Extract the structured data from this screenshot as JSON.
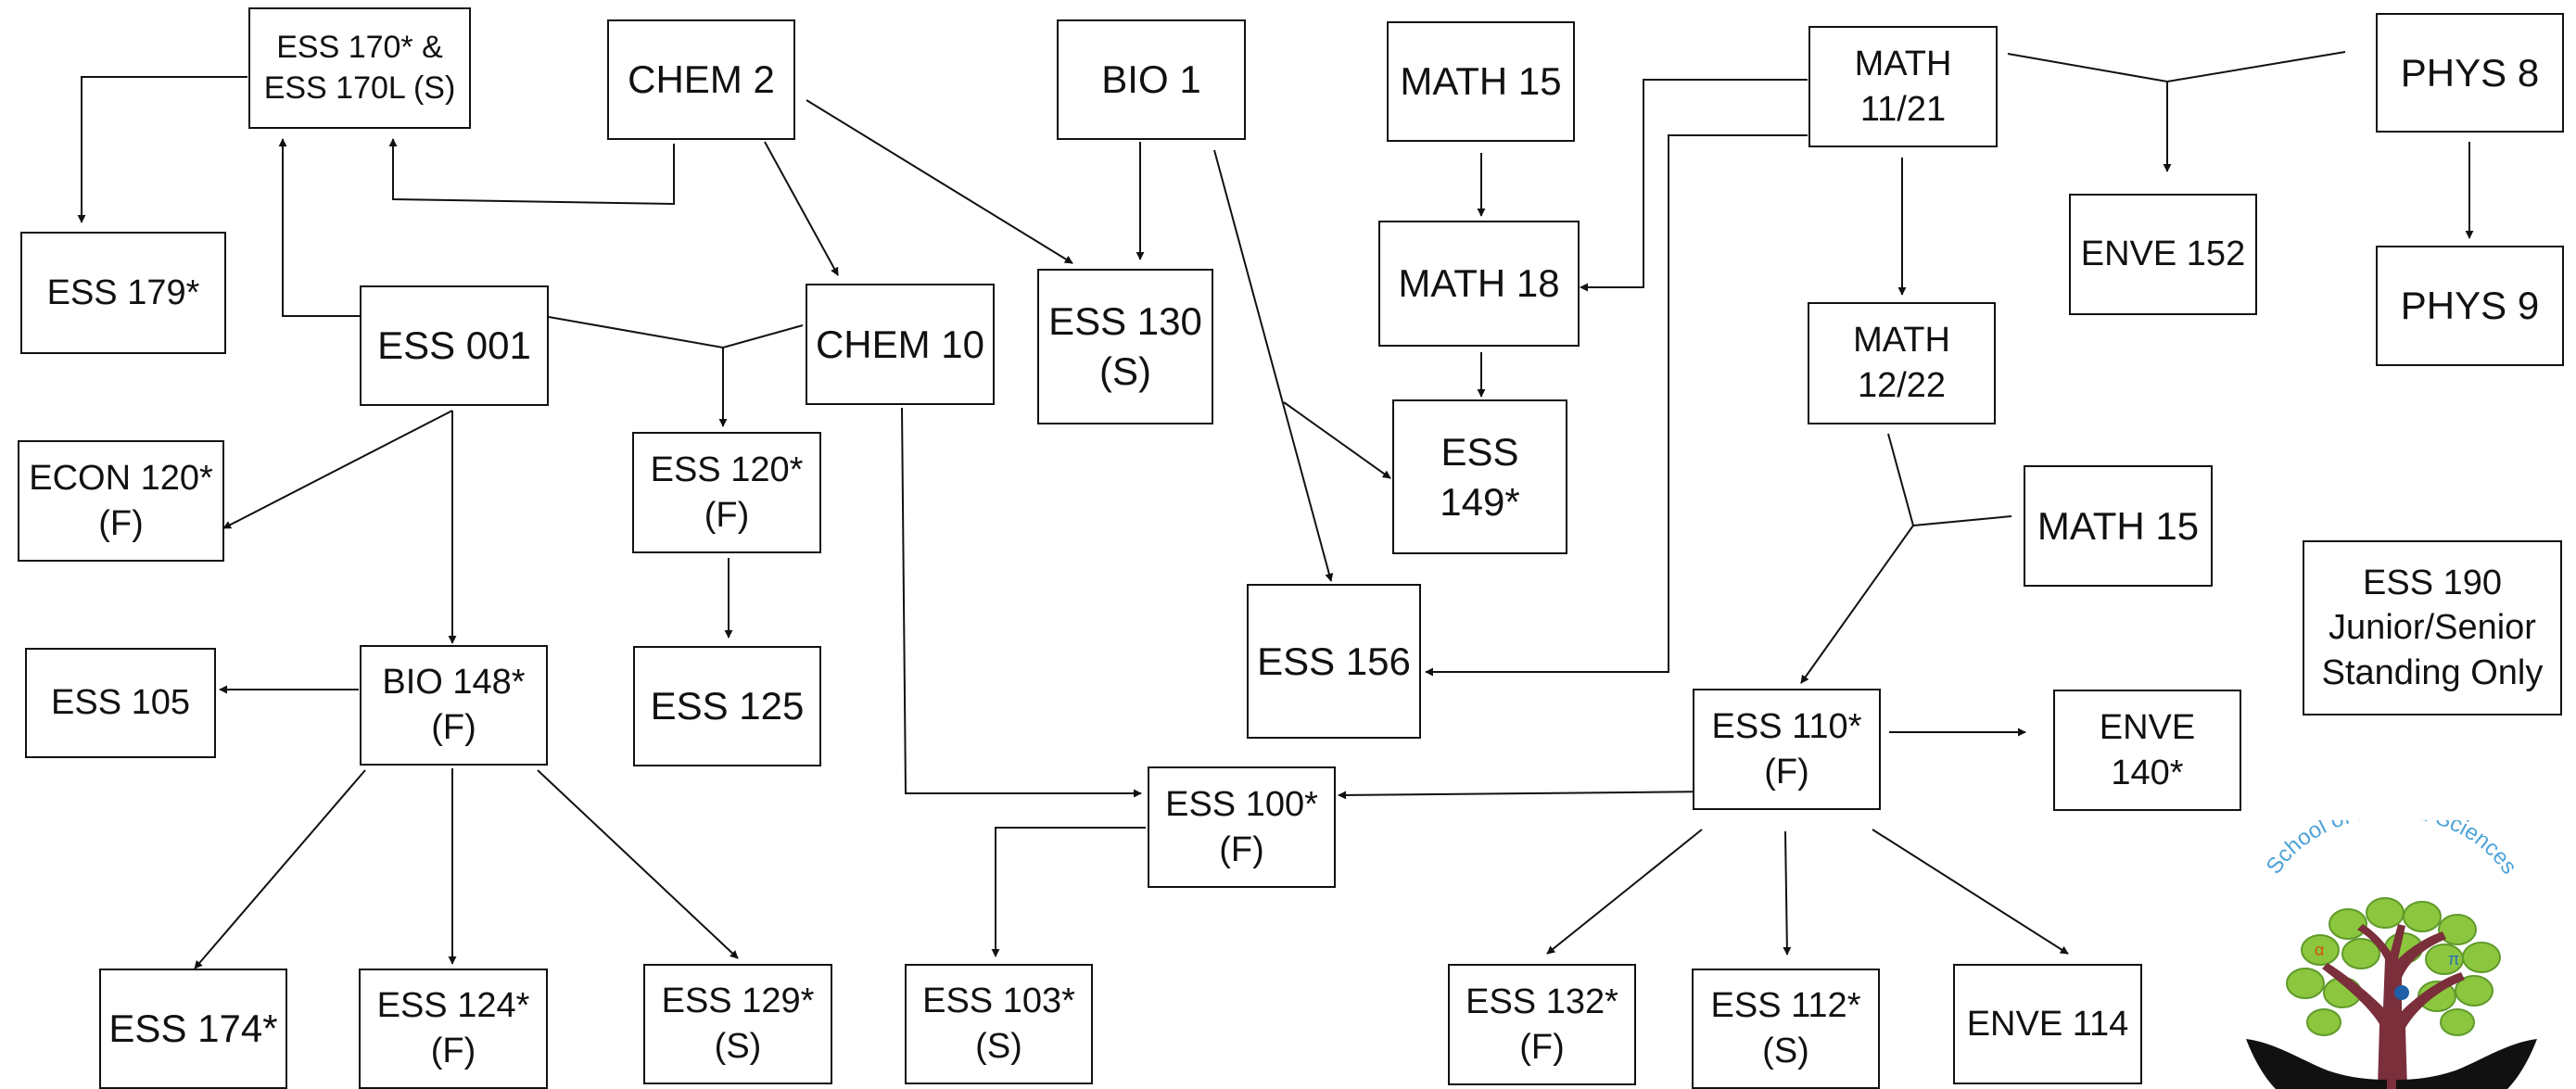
{
  "courses": {
    "ess170": [
      "ESS 170* &",
      "ESS 170L  (S)"
    ],
    "chem2": [
      "CHEM 2"
    ],
    "bio1": [
      "BIO 1"
    ],
    "math15a": [
      "MATH 15"
    ],
    "math1121": [
      "MATH",
      "11/21"
    ],
    "phys8": [
      "PHYS 8"
    ],
    "ess179": [
      "ESS 179*"
    ],
    "ess001": [
      "ESS 001"
    ],
    "chem10": [
      "CHEM 10"
    ],
    "ess130": [
      "ESS 130",
      "(S)"
    ],
    "math18": [
      "MATH 18"
    ],
    "enve152": [
      "ENVE 152"
    ],
    "phys9": [
      "PHYS 9"
    ],
    "math1222": [
      "MATH",
      "12/22"
    ],
    "econ120": [
      "ECON 120*",
      "(F)"
    ],
    "ess120": [
      "ESS 120*",
      "(F)"
    ],
    "ess149": [
      "ESS",
      "149*"
    ],
    "math15b": [
      "MATH 15"
    ],
    "ess190": [
      "ESS 190",
      "Junior/Senior",
      "Standing Only"
    ],
    "ess156": [
      "ESS 156"
    ],
    "ess105": [
      "ESS 105"
    ],
    "bio148": [
      "BIO 148*",
      "(F)"
    ],
    "ess125": [
      "ESS 125"
    ],
    "ess110": [
      "ESS 110*",
      "(F)"
    ],
    "enve140": [
      "ENVE",
      "140*"
    ],
    "ess100": [
      "ESS 100*",
      "(F)"
    ],
    "ess174": [
      "ESS 174*"
    ],
    "ess124": [
      "ESS 124*",
      "(F)"
    ],
    "ess129": [
      "ESS 129*",
      "(S)"
    ],
    "ess103": [
      "ESS 103*",
      "(S)"
    ],
    "ess132": [
      "ESS 132*",
      "(F)"
    ],
    "ess112": [
      "ESS 112*",
      "(S)"
    ],
    "enve114": [
      "ENVE 114"
    ]
  },
  "logo": {
    "arc_text": "School of Natural Sciences",
    "colors": {
      "arc_text": "#4da3d8",
      "trunk": "#7a2f3b",
      "leaves": "#8cc63f",
      "hands": "#111111"
    }
  },
  "colors": {
    "box_border": "#111111",
    "arrow": "#111111",
    "background": "#ffffff"
  }
}
